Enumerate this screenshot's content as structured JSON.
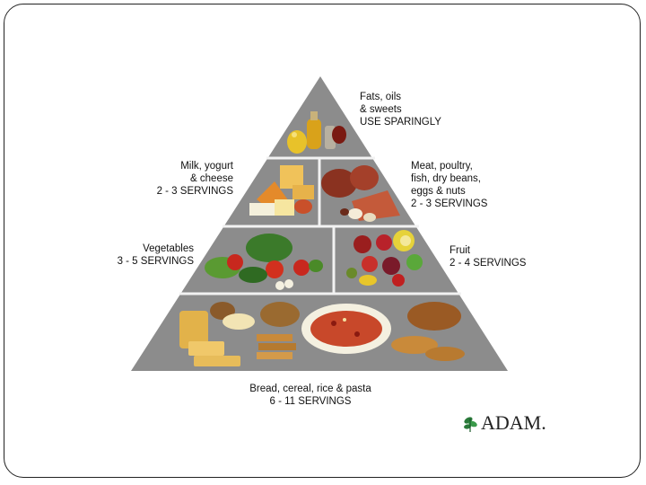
{
  "pyramid": {
    "top": {
      "label": "Fats, oils\n& sweets\nUSE SPARINGLY"
    },
    "milk": {
      "label": "Milk, yogurt\n& cheese\n2 - 3 SERVINGS"
    },
    "meat": {
      "label": "Meat, poultry,\nfish, dry beans,\neggs & nuts\n2 - 3 SERVINGS"
    },
    "vegetables": {
      "label": "Vegetables\n3 - 5 SERVINGS"
    },
    "fruit": {
      "label": "Fruit\n2 - 4 SERVINGS"
    },
    "bread": {
      "label": "Bread, cereal, rice & pasta\n6 - 11 SERVINGS"
    }
  },
  "logo": {
    "text": "ADAM.",
    "icon": "leaf-icon"
  },
  "colors": {
    "pyramid": "#8c8c8c",
    "divider": "#f2f2f2",
    "frame": "#222222"
  }
}
